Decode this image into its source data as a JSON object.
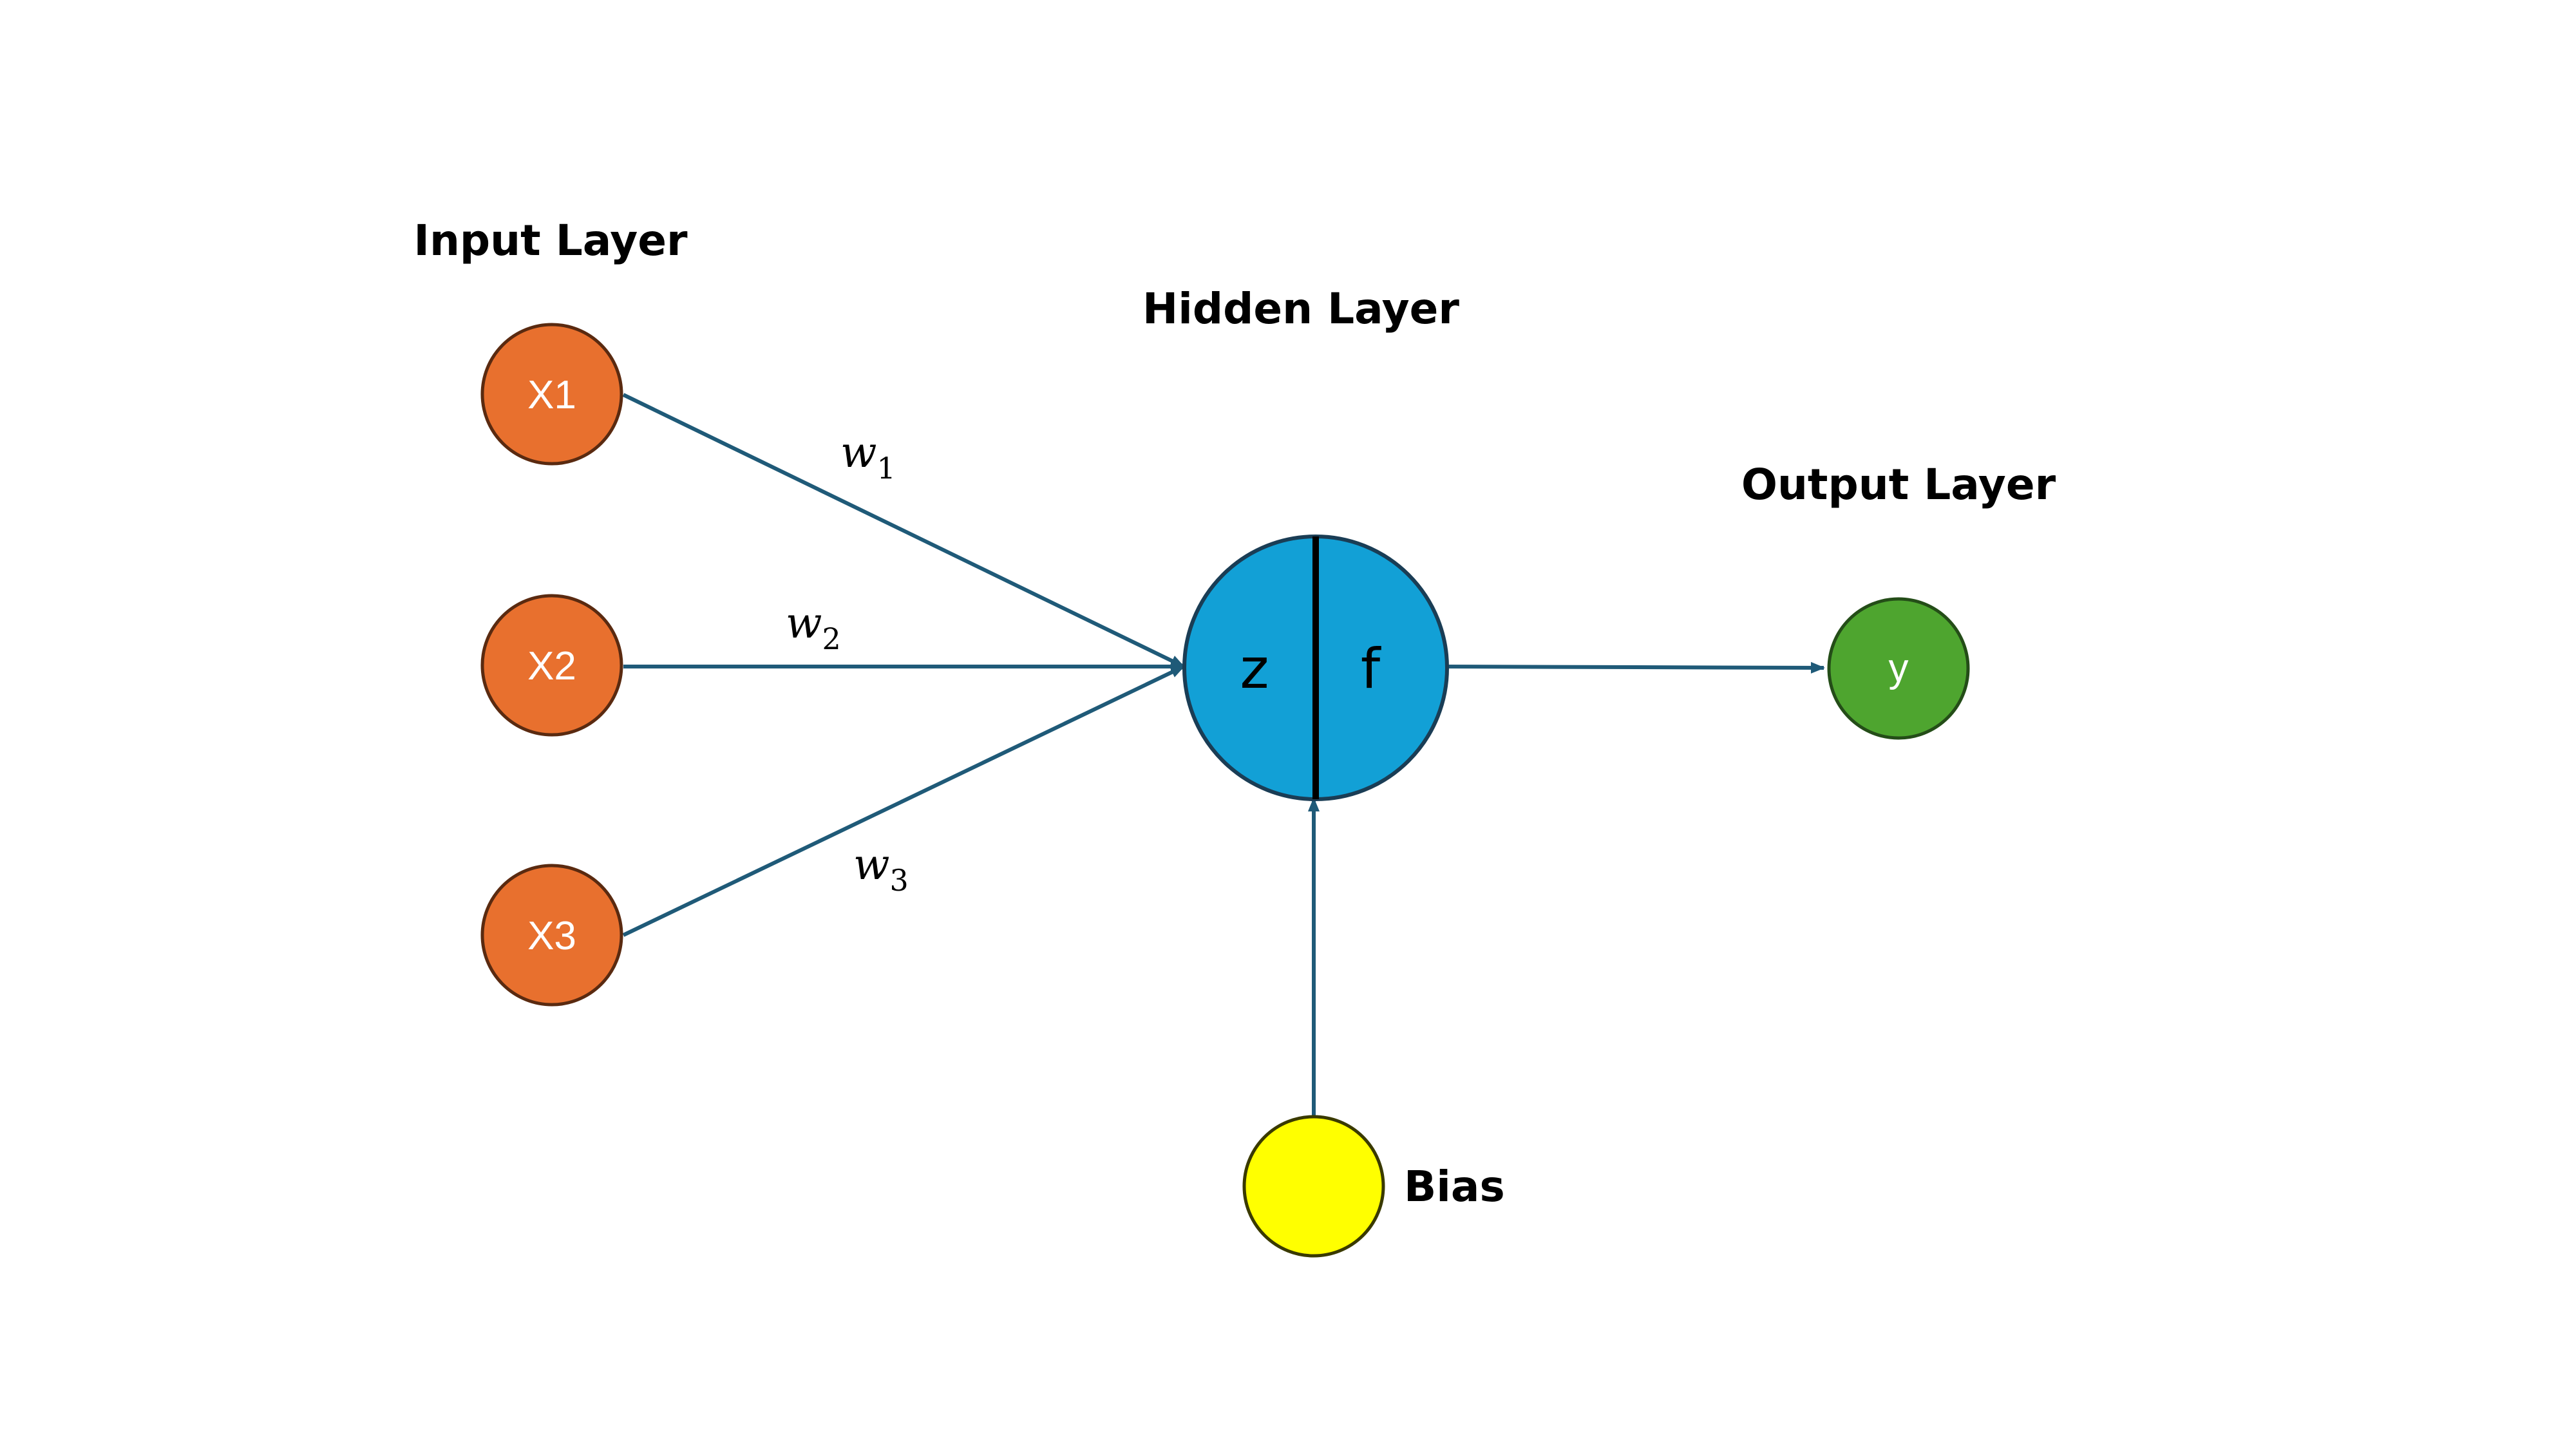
{
  "titles": {
    "input": "Input Layer",
    "hidden": "Hidden Layer",
    "output": "Output Layer"
  },
  "inputs": [
    {
      "label": "X1"
    },
    {
      "label": "X2"
    },
    {
      "label": "X3"
    }
  ],
  "weights": [
    {
      "symbol": "w",
      "subscript": "1"
    },
    {
      "symbol": "w",
      "subscript": "2"
    },
    {
      "symbol": "w",
      "subscript": "3"
    }
  ],
  "hidden": {
    "left_label": "z",
    "right_label": "f"
  },
  "output": {
    "label": "y"
  },
  "bias": {
    "label": "Bias"
  },
  "colors": {
    "input_node": "#e8702e",
    "hidden_node": "#12a0d6",
    "output_node": "#4ea52f",
    "bias_node": "#ffff00",
    "edge": "#1f5a78",
    "node_stroke": "#5a2a10"
  }
}
